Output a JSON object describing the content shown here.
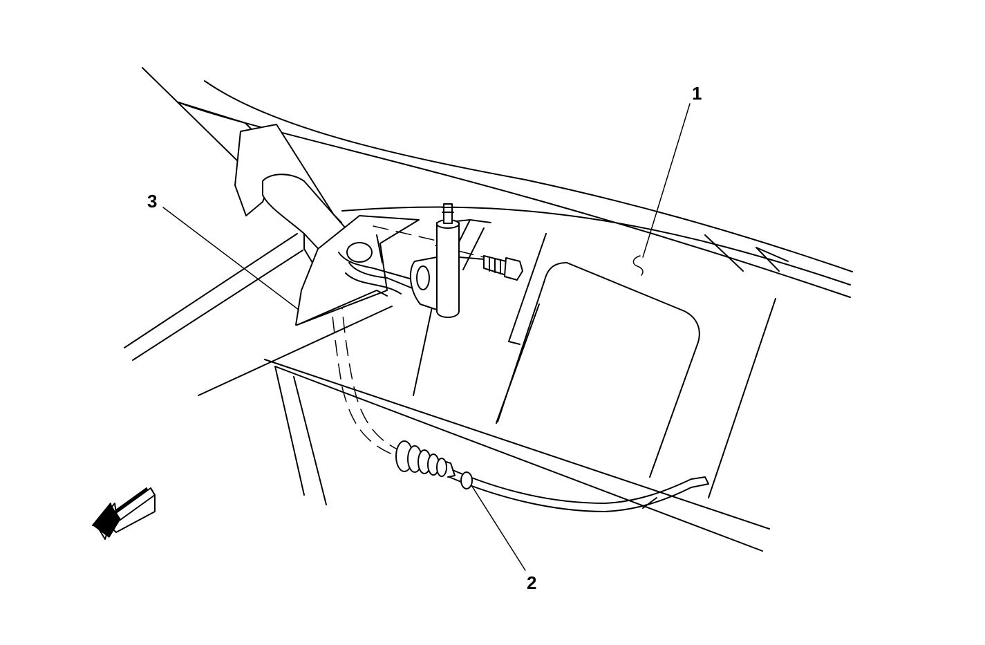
{
  "callouts": [
    {
      "id": "1",
      "label": "1"
    },
    {
      "id": "2",
      "label": "2"
    },
    {
      "id": "3",
      "label": "3"
    }
  ],
  "colors": {
    "line": "#000000",
    "background": "#ffffff",
    "arrow_fill": "#000000"
  },
  "icons": {
    "direction_arrow": "front-direction-arrow-icon"
  }
}
